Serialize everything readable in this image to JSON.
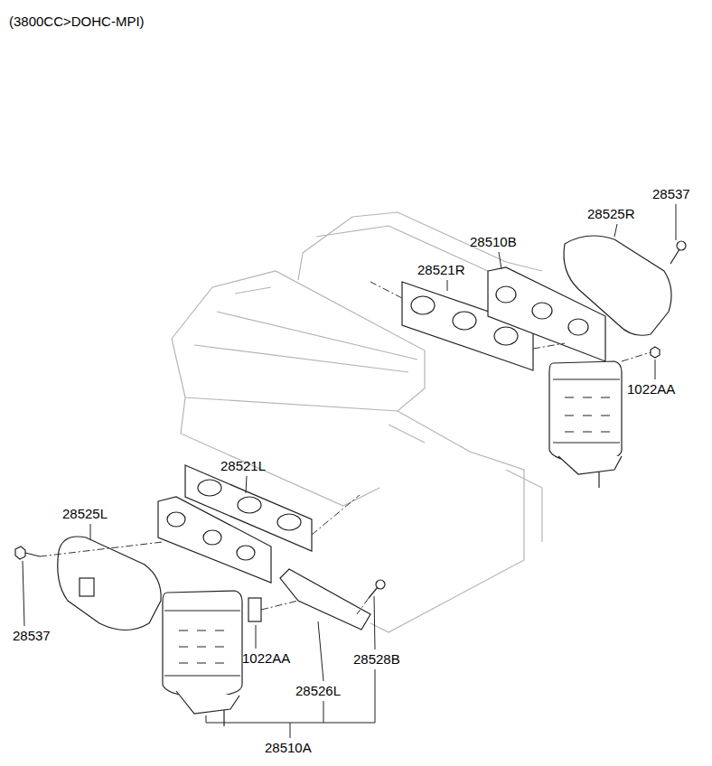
{
  "diagram": {
    "title": "(3800CC>DOHC-MPI)",
    "labels": [
      "28537",
      "28525R",
      "28510B",
      "28521R",
      "1022AA",
      "28521L",
      "28525L",
      "28537",
      "1022AA",
      "28528B",
      "28526L",
      "28510A"
    ]
  }
}
